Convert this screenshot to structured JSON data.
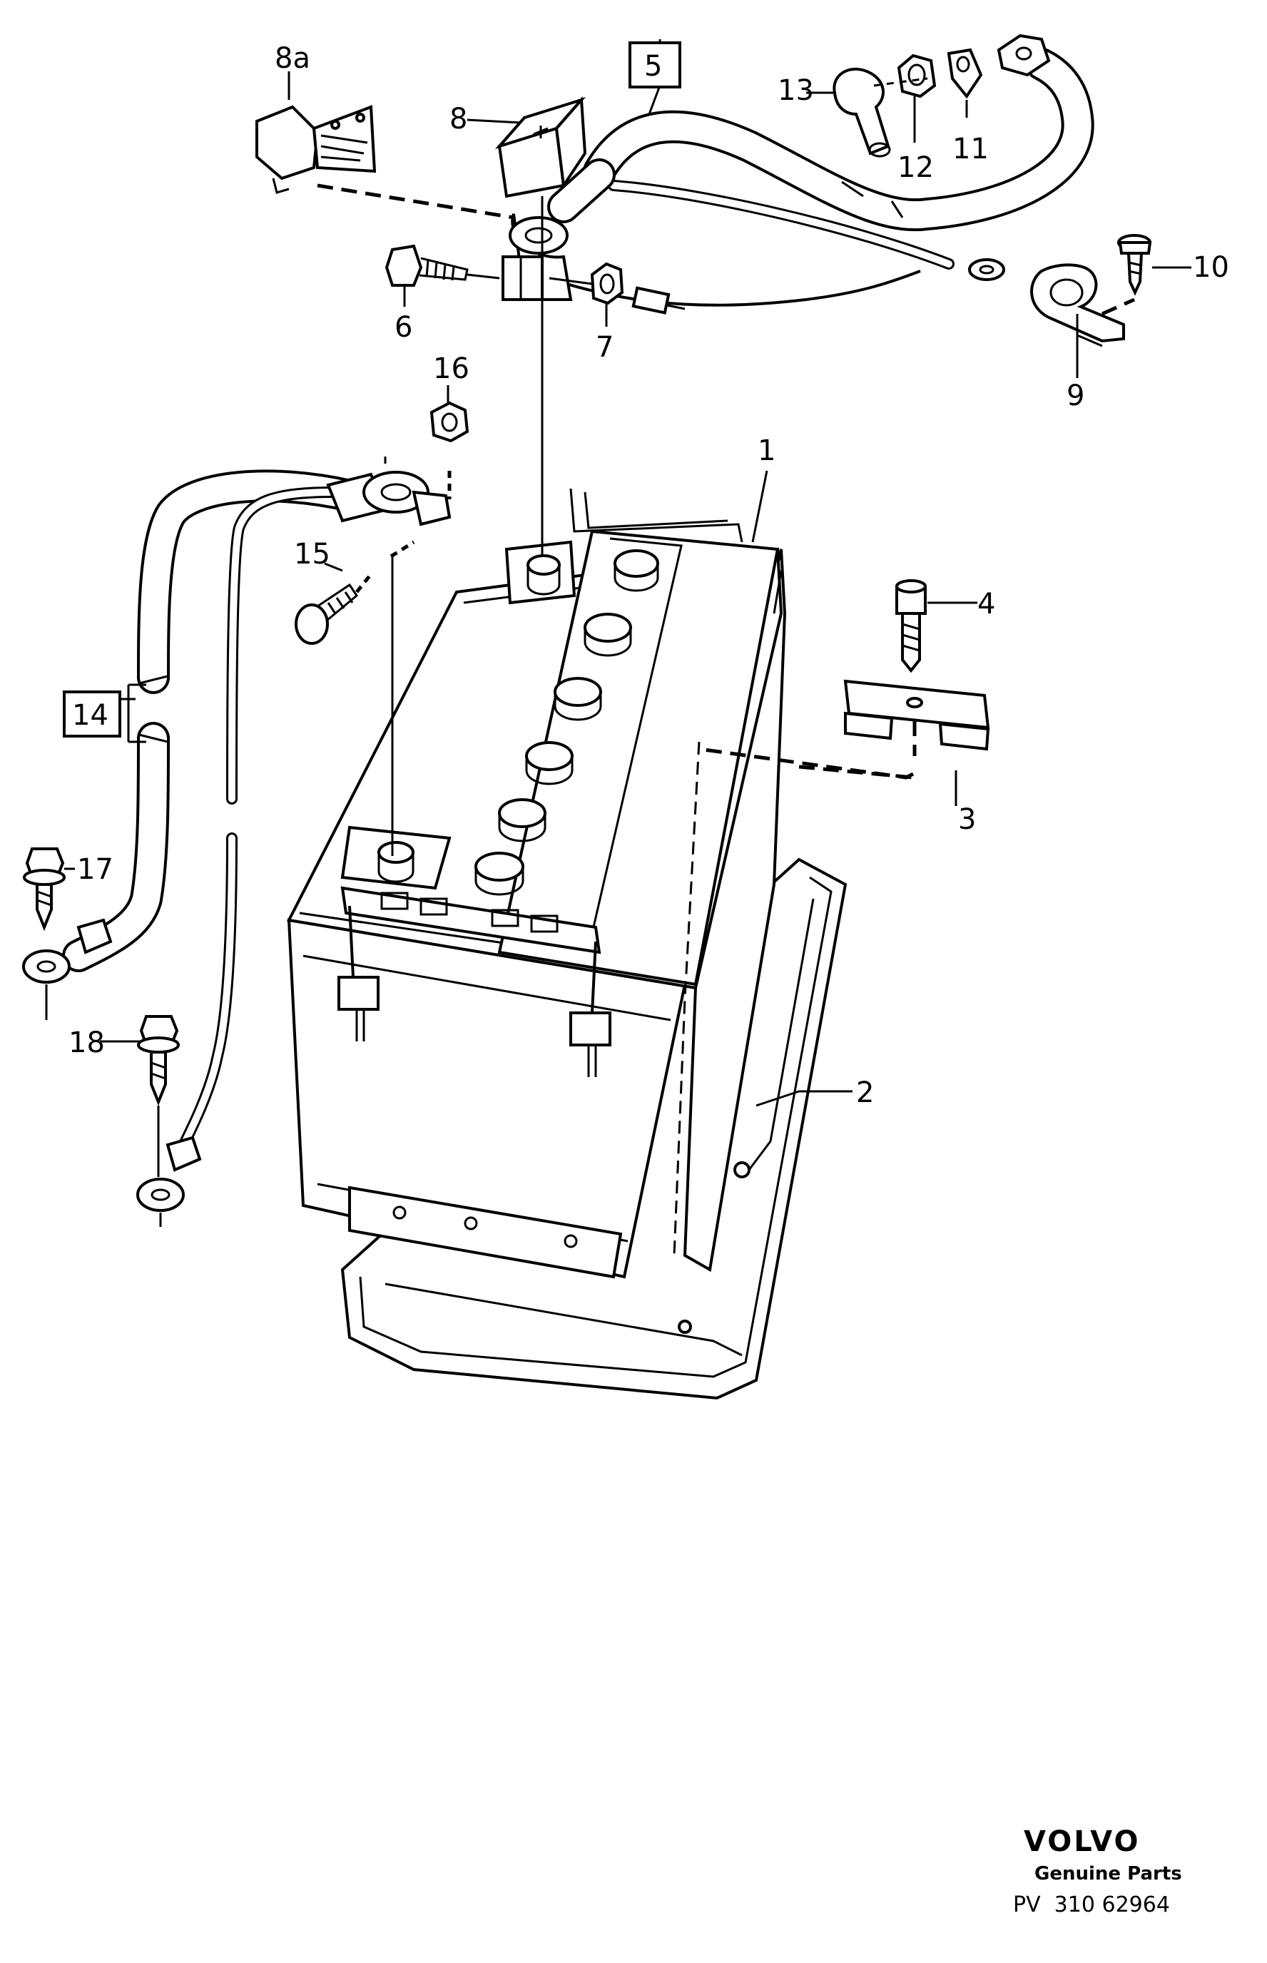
{
  "callouts": {
    "c1": "1",
    "c2": "2",
    "c3": "3",
    "c4": "4",
    "c5": "5",
    "c6": "6",
    "c7": "7",
    "c8": "8",
    "c8a": "8a",
    "c9": "9",
    "c10": "10",
    "c11": "11",
    "c12": "12",
    "c13": "13",
    "c14": "14",
    "c15": "15",
    "c16": "16",
    "c17": "17",
    "c18": "18"
  },
  "footer": {
    "brand": "VOLVO",
    "subtitle": "Genuine Parts",
    "code": "PV  310 62964"
  }
}
